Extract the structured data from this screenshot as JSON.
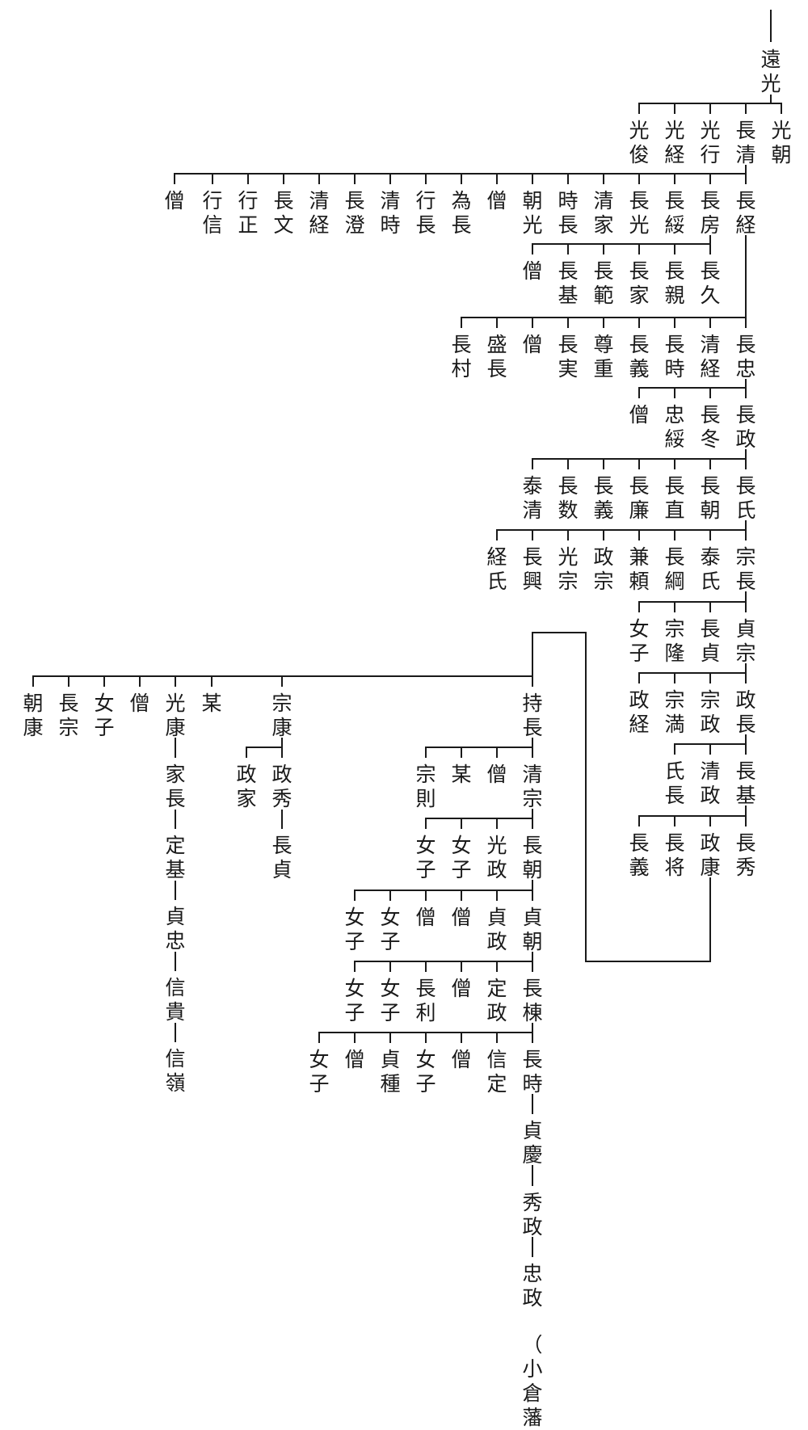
{
  "chart_data": {
    "type": "genealogy",
    "title": "",
    "people": [
      {
        "id": "p0",
        "name": "遠光"
      },
      {
        "id": "p1",
        "name": "光朝"
      },
      {
        "id": "p2",
        "name": "長清"
      },
      {
        "id": "p3",
        "name": "光行"
      },
      {
        "id": "p4",
        "name": "光経"
      },
      {
        "id": "p5",
        "name": "光俊"
      },
      {
        "id": "p6",
        "name": "長経"
      },
      {
        "id": "p7",
        "name": "長房"
      },
      {
        "id": "p8",
        "name": "長綏"
      },
      {
        "id": "p9",
        "name": "長光"
      },
      {
        "id": "p10",
        "name": "清家"
      },
      {
        "id": "p11",
        "name": "時長"
      },
      {
        "id": "p12",
        "name": "朝光"
      },
      {
        "id": "p13",
        "name": "僧"
      },
      {
        "id": "p14",
        "name": "為長"
      },
      {
        "id": "p15",
        "name": "行長"
      },
      {
        "id": "p16",
        "name": "清時"
      },
      {
        "id": "p17",
        "name": "長澄"
      },
      {
        "id": "p18",
        "name": "清経"
      },
      {
        "id": "p19",
        "name": "長文"
      },
      {
        "id": "p20",
        "name": "行正"
      },
      {
        "id": "p21",
        "name": "行信"
      },
      {
        "id": "p22",
        "name": "僧"
      },
      {
        "id": "p23",
        "name": "長久"
      },
      {
        "id": "p24",
        "name": "長親"
      },
      {
        "id": "p25",
        "name": "長家"
      },
      {
        "id": "p26",
        "name": "長範"
      },
      {
        "id": "p27",
        "name": "長基"
      },
      {
        "id": "p28",
        "name": "僧"
      },
      {
        "id": "p29",
        "name": "長忠"
      },
      {
        "id": "p30",
        "name": "清経"
      },
      {
        "id": "p31",
        "name": "長時"
      },
      {
        "id": "p32",
        "name": "長義"
      },
      {
        "id": "p33",
        "name": "尊重"
      },
      {
        "id": "p34",
        "name": "長実"
      },
      {
        "id": "p35",
        "name": "僧"
      },
      {
        "id": "p36",
        "name": "盛長"
      },
      {
        "id": "p37",
        "name": "長村"
      },
      {
        "id": "p38",
        "name": "長政"
      },
      {
        "id": "p39",
        "name": "長冬"
      },
      {
        "id": "p40",
        "name": "忠綏"
      },
      {
        "id": "p41",
        "name": "僧"
      },
      {
        "id": "p42",
        "name": "長氏"
      },
      {
        "id": "p43",
        "name": "長朝"
      },
      {
        "id": "p44",
        "name": "長直"
      },
      {
        "id": "p45",
        "name": "長廉"
      },
      {
        "id": "p46",
        "name": "長義"
      },
      {
        "id": "p47",
        "name": "長数"
      },
      {
        "id": "p48",
        "name": "泰清"
      },
      {
        "id": "p49",
        "name": "宗長"
      },
      {
        "id": "p50",
        "name": "泰氏"
      },
      {
        "id": "p51",
        "name": "長綱"
      },
      {
        "id": "p52",
        "name": "兼頼"
      },
      {
        "id": "p53",
        "name": "政宗"
      },
      {
        "id": "p54",
        "name": "光宗"
      },
      {
        "id": "p55",
        "name": "長興"
      },
      {
        "id": "p56",
        "name": "経氏"
      },
      {
        "id": "p57",
        "name": "貞宗"
      },
      {
        "id": "p58",
        "name": "長貞"
      },
      {
        "id": "p59",
        "name": "宗隆"
      },
      {
        "id": "p60",
        "name": "女子"
      },
      {
        "id": "p61",
        "name": "政長"
      },
      {
        "id": "p62",
        "name": "宗政"
      },
      {
        "id": "p63",
        "name": "宗満"
      },
      {
        "id": "p64",
        "name": "政経"
      },
      {
        "id": "p65",
        "name": "長基"
      },
      {
        "id": "p66",
        "name": "清政"
      },
      {
        "id": "p67",
        "name": "氏長"
      },
      {
        "id": "p68",
        "name": "長秀"
      },
      {
        "id": "p69",
        "name": "政康"
      },
      {
        "id": "p70",
        "name": "長将"
      },
      {
        "id": "p71",
        "name": "長義"
      },
      {
        "id": "p72",
        "name": "持長"
      },
      {
        "id": "p73",
        "name": "宗康"
      },
      {
        "id": "p74",
        "name": "某"
      },
      {
        "id": "p75",
        "name": "光康"
      },
      {
        "id": "p76",
        "name": "僧"
      },
      {
        "id": "p77",
        "name": "女子"
      },
      {
        "id": "p78",
        "name": "長宗"
      },
      {
        "id": "p79",
        "name": "朝康"
      },
      {
        "id": "p80",
        "name": "政秀"
      },
      {
        "id": "p81",
        "name": "政家"
      },
      {
        "id": "p82",
        "name": "長貞"
      },
      {
        "id": "p83",
        "name": "家長"
      },
      {
        "id": "p84",
        "name": "定基"
      },
      {
        "id": "p85",
        "name": "貞忠"
      },
      {
        "id": "p86",
        "name": "信貴"
      },
      {
        "id": "p87",
        "name": "信嶺"
      },
      {
        "id": "p88",
        "name": "清宗"
      },
      {
        "id": "p89",
        "name": "僧"
      },
      {
        "id": "p90",
        "name": "某"
      },
      {
        "id": "p91",
        "name": "宗則"
      },
      {
        "id": "p92",
        "name": "長朝"
      },
      {
        "id": "p93",
        "name": "光政"
      },
      {
        "id": "p94",
        "name": "女子"
      },
      {
        "id": "p95",
        "name": "女子"
      },
      {
        "id": "p96",
        "name": "貞朝"
      },
      {
        "id": "p97",
        "name": "貞政"
      },
      {
        "id": "p98",
        "name": "僧"
      },
      {
        "id": "p99",
        "name": "僧"
      },
      {
        "id": "p100",
        "name": "女子"
      },
      {
        "id": "p101",
        "name": "女子"
      },
      {
        "id": "p102",
        "name": "長棟"
      },
      {
        "id": "p103",
        "name": "定政"
      },
      {
        "id": "p104",
        "name": "僧"
      },
      {
        "id": "p105",
        "name": "長利"
      },
      {
        "id": "p106",
        "name": "女子"
      },
      {
        "id": "p107",
        "name": "女子"
      },
      {
        "id": "p108",
        "name": "長時"
      },
      {
        "id": "p109",
        "name": "信定"
      },
      {
        "id": "p110",
        "name": "僧"
      },
      {
        "id": "p111",
        "name": "女子"
      },
      {
        "id": "p112",
        "name": "貞種"
      },
      {
        "id": "p113",
        "name": "僧"
      },
      {
        "id": "p114",
        "name": "女子"
      },
      {
        "id": "p115",
        "name": "貞慶"
      },
      {
        "id": "p116",
        "name": "秀政"
      },
      {
        "id": "p117",
        "name": "忠政"
      },
      {
        "id": "p118",
        "name": "（小倉藩主）"
      }
    ]
  }
}
